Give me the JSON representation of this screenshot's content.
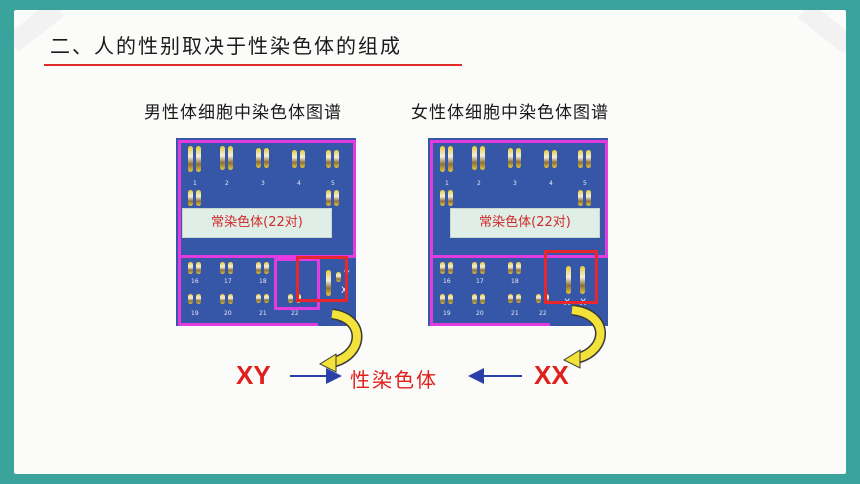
{
  "title": "二、人的性别取决于性染色体的组成",
  "male_caption": "男性体细胞中染色体图谱",
  "female_caption": "女性体细胞中染色体图谱",
  "autosome_label": "常染色体(22对)",
  "male_sex": "XY",
  "female_sex": "XX",
  "sex_chromosome_label": "性染色体",
  "karyotype_numbers": {
    "row1": [
      "1",
      "2",
      "3",
      "4",
      "5"
    ],
    "row4": [
      "16",
      "17",
      "18"
    ],
    "row5": [
      "19",
      "20",
      "21",
      "22"
    ]
  },
  "male_sex_letters": [
    "Y",
    "X"
  ],
  "female_sex_letters": [
    "X",
    "X"
  ],
  "colors": {
    "background": "#3aa39b",
    "accent_red": "#e0201d",
    "magenta": "#e23be0",
    "karyotype_blue": "#3656a8"
  }
}
